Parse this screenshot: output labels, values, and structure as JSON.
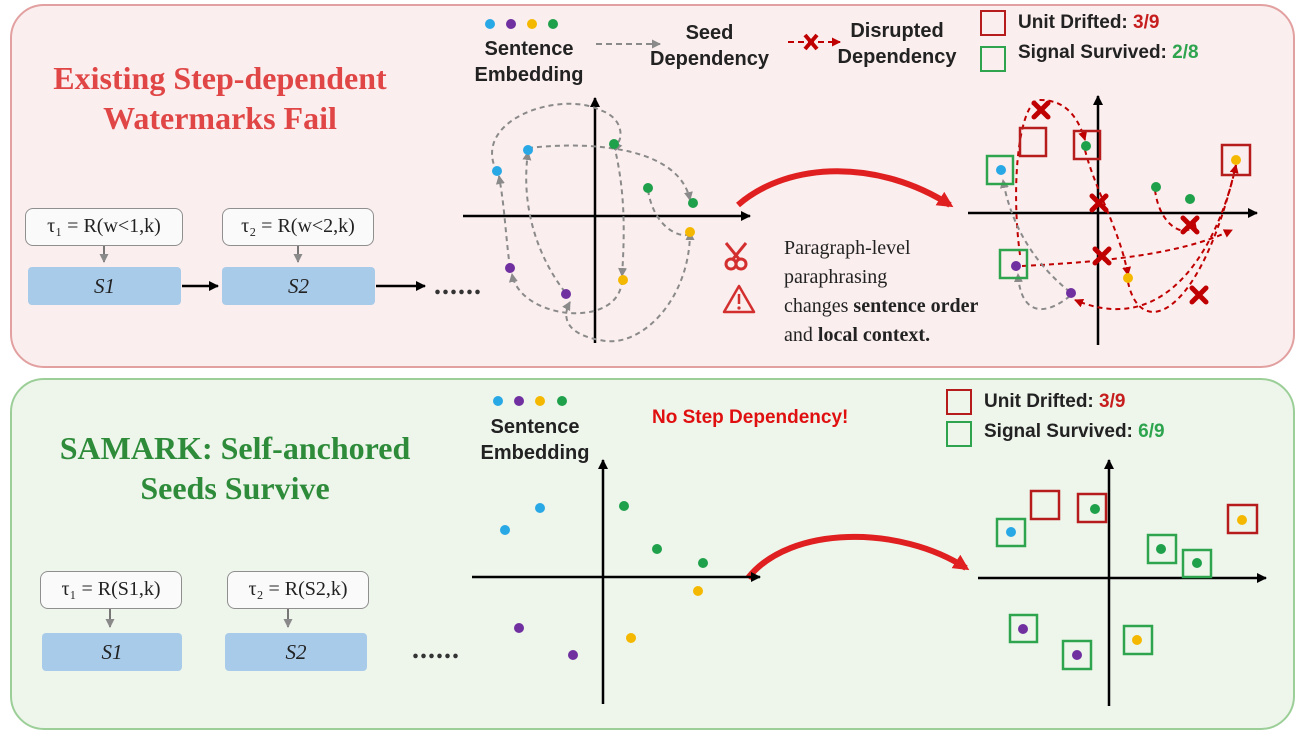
{
  "top": {
    "title_line1": "Existing Step-dependent",
    "title_line2": "Watermarks Fail",
    "tau1": "τ₁ = R(w<1,k)",
    "tau2": "τ₂ = R(w<2,k)",
    "step1": "S1",
    "step2": "S2",
    "ellipsis": "......",
    "legend_sentence_line1": "Sentence",
    "legend_sentence_line2": "Embedding",
    "legend_seed_line1": "Seed",
    "legend_seed_line2": "Dependency",
    "legend_disrupted_line1": "Disrupted",
    "legend_disrupted_line2": "Dependency",
    "unit_drifted_label": "Unit Drifted: ",
    "unit_drifted_value": "3/9",
    "signal_survived_label": "Signal Survived: ",
    "signal_survived_value": "2/8",
    "note_line1": "Paragraph-level",
    "note_line2": "paraphrasing",
    "note_line3_pre": "changes ",
    "note_line3_bold": "sentence order",
    "note_line4_pre": "and ",
    "note_line4_bold": "local context."
  },
  "bottom": {
    "title_line1": "SAMARK: Self-anchored",
    "title_line2": "Seeds Survive",
    "tau1": "τ₁ = R(S1,k)",
    "tau2": "τ₂ = R(S2,k)",
    "step1": "S1",
    "step2": "S2",
    "ellipsis": "......",
    "legend_sentence_line1": "Sentence",
    "legend_sentence_line2": "Embedding",
    "no_dependency": "No Step Dependency!",
    "unit_drifted_label": "Unit Drifted: ",
    "unit_drifted_value": "3/9",
    "signal_survived_label": "Signal Survived: ",
    "signal_survived_value": "6/9"
  },
  "colors": {
    "blue": "#29a8e6",
    "purple": "#7030a0",
    "yellow": "#f5b800",
    "green": "#1fa04a",
    "drift_red": "#b71c1c",
    "survive_green": "#2ea44f",
    "seed_gray": "#8a8a8a",
    "disrupted_red": "#c00000"
  },
  "icons": [
    "scissors-icon",
    "warning-icon",
    "cross-mark-icon",
    "arrow-down-icon",
    "arrow-right-icon"
  ]
}
